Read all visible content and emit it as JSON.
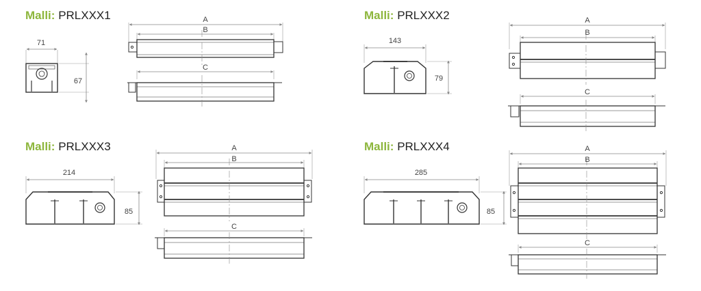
{
  "models": [
    {
      "prefix": "Malli:",
      "name": "PRLXXX1",
      "width": "71",
      "height": "67",
      "dim_a": "A",
      "dim_b": "B",
      "dim_c": "C"
    },
    {
      "prefix": "Malli:",
      "name": "PRLXXX2",
      "width": "143",
      "height": "79",
      "dim_a": "A",
      "dim_b": "B",
      "dim_c": "C"
    },
    {
      "prefix": "Malli:",
      "name": "PRLXXX3",
      "width": "214",
      "height": "85",
      "dim_a": "A",
      "dim_b": "B",
      "dim_c": "C"
    },
    {
      "prefix": "Malli:",
      "name": "PRLXXX4",
      "width": "285",
      "height": "85",
      "dim_a": "A",
      "dim_b": "B",
      "dim_c": "C"
    }
  ],
  "colors": {
    "accent": "#8db63c",
    "line": "#333333",
    "dim": "#888888"
  }
}
